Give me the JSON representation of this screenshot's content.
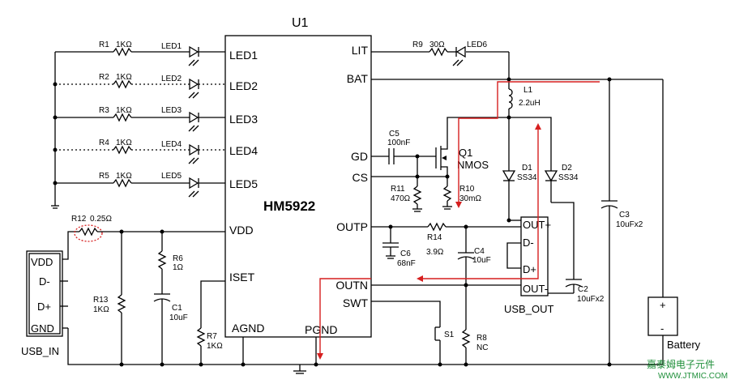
{
  "chip": {
    "ref": "U1",
    "part": "HM5922",
    "pins_left": [
      "LED1",
      "LED2",
      "LED3",
      "LED4",
      "LED5",
      "VDD",
      "ISET"
    ],
    "pins_right": [
      "LIT",
      "BAT",
      "GD",
      "CS",
      "OUTP",
      "OUTN",
      "SWT"
    ],
    "pins_bottom": [
      "AGND",
      "PGND"
    ]
  },
  "led_rows": [
    {
      "res": "R1",
      "val": "1KΩ",
      "led": "LED1"
    },
    {
      "res": "R2",
      "val": "1KΩ",
      "led": "LED2"
    },
    {
      "res": "R3",
      "val": "1KΩ",
      "led": "LED3"
    },
    {
      "res": "R4",
      "val": "1KΩ",
      "led": "LED4"
    },
    {
      "res": "R5",
      "val": "1KΩ",
      "led": "LED5"
    }
  ],
  "components": {
    "r9": {
      "ref": "R9",
      "val": "30Ω"
    },
    "led6": {
      "ref": "LED6"
    },
    "l1": {
      "ref": "L1",
      "val": "2.2uH"
    },
    "c5": {
      "ref": "C5",
      "val": "100nF"
    },
    "q1": {
      "ref": "Q1",
      "val": "NMOS"
    },
    "r11": {
      "ref": "R11",
      "val": "470Ω"
    },
    "r10": {
      "ref": "R10",
      "val": "30mΩ"
    },
    "d1": {
      "ref": "D1",
      "val": "SS34"
    },
    "d2": {
      "ref": "D2",
      "val": "SS34"
    },
    "c3": {
      "ref": "C3",
      "val": "10uFx2"
    },
    "r14": {
      "ref": "R14",
      "val": "3.9Ω"
    },
    "c6": {
      "ref": "C6",
      "val": "68nF"
    },
    "c4": {
      "ref": "C4",
      "val": "10uF"
    },
    "c2": {
      "ref": "C2",
      "val": "10uFx2"
    },
    "r8": {
      "ref": "R8",
      "val": "NC"
    },
    "s1": {
      "ref": "S1"
    },
    "r12": {
      "ref": "R12",
      "val": "0.25Ω"
    },
    "r13": {
      "ref": "R13",
      "val": "1KΩ"
    },
    "r6": {
      "ref": "R6",
      "val": "1Ω"
    },
    "c1": {
      "ref": "C1",
      "val": "10uF"
    },
    "r7": {
      "ref": "R7",
      "val": "1KΩ"
    }
  },
  "usb_in": {
    "title": "USB_IN",
    "pins": [
      "VDD",
      "D-",
      "D+",
      "GND"
    ]
  },
  "usb_out": {
    "title": "USB_OUT",
    "pins": [
      "OUT+",
      "D-",
      "D+",
      "OUT-"
    ]
  },
  "battery": {
    "title": "Battery",
    "plus": "+",
    "minus": "-"
  },
  "watermark": {
    "line1": "嘉泰姆电子元件",
    "line2": "WWW.JTMIC.COM"
  },
  "colors": {
    "wire": "#000000",
    "current_path": "#d61f1f",
    "watermark": "#1f8f3a"
  }
}
